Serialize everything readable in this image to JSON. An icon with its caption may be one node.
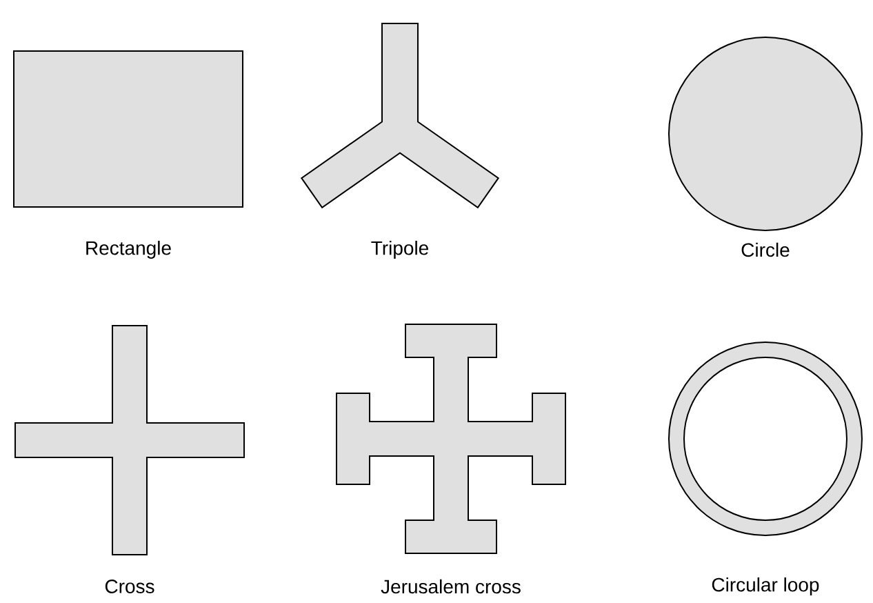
{
  "diagram": {
    "nodes": [
      {
        "text": [],
        "shape": "box",
        "beside": [
          "Rectangle"
        ]
      },
      {
        "text": [],
        "shape": "tripole",
        "beside": [
          "Tripole"
        ]
      },
      {
        "text": [],
        "shape": "circle",
        "beside": [
          "Circle"
        ]
      },
      {
        "text": [],
        "shape": "cross",
        "beside": [
          "Cross"
        ]
      },
      {
        "text": [],
        "shape": "jerusalem-cross",
        "beside": [
          "Jerusalem cross"
        ]
      },
      {
        "text": [],
        "shape": "ring",
        "beside": [
          "Circular loop"
        ]
      }
    ]
  }
}
